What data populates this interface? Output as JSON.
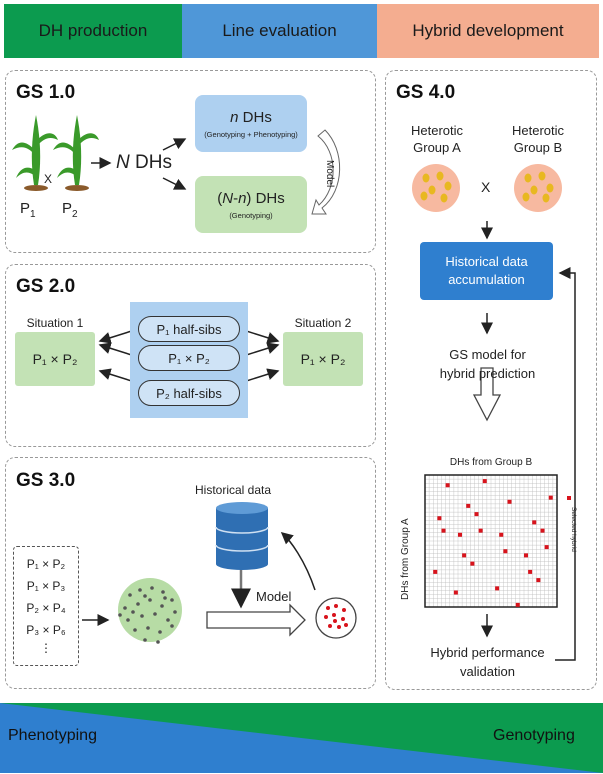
{
  "header": {
    "stages": [
      {
        "label": "DH production",
        "color": "#0c9b4f"
      },
      {
        "label": "Line evaluation",
        "color": "#4f97d8"
      },
      {
        "label": "Hybrid development",
        "color": "#f4ad90"
      }
    ]
  },
  "gs1": {
    "title": "GS 1.0",
    "p1": "P",
    "p1_sub": "1",
    "p2": "P",
    "p2_sub": "2",
    "cross": "X",
    "n_dhs_italic": "N",
    "n_dhs": " DHs",
    "box_top": {
      "italic": "n",
      "label": " DHs",
      "note": "(Genotyping + Phenotyping)"
    },
    "box_bottom": {
      "pre": "(",
      "italic1": "N",
      "mid": "-",
      "italic2": "n",
      "post": ") DHs",
      "note": "(Genotyping)"
    },
    "model": "Model"
  },
  "gs2": {
    "title": "GS 2.0",
    "situation1": "Situation 1",
    "situation2": "Situation 2",
    "cross_label": "P₁ ×  P₂",
    "pills": [
      "P₁ half-sibs",
      "P₁ × P₂",
      "P₂ half-sibs"
    ]
  },
  "gs3": {
    "title": "GS 3.0",
    "crosses": [
      "P₁ × P₂",
      "P₁ × P₃",
      "P₂ × P₄",
      "P₃ × P₆",
      "⋮"
    ],
    "historical": "Historical data",
    "model": "Model"
  },
  "gs4": {
    "title": "GS 4.0",
    "group_a": "Heterotic Group A",
    "group_b": "Heterotic Group B",
    "cross": "X",
    "accumulation": "Historical data accumulation",
    "gs_model": "GS model for hybrid prediction",
    "grid_top": "DHs from Group B",
    "grid_left": "DHs from Group A",
    "legend": "Selected hybrid",
    "validation": "Hybrid performance validation"
  },
  "footer": {
    "left": "Phenotyping",
    "right": "Genotyping",
    "green": "#0c9b4f",
    "blue": "#2f7fcf"
  }
}
